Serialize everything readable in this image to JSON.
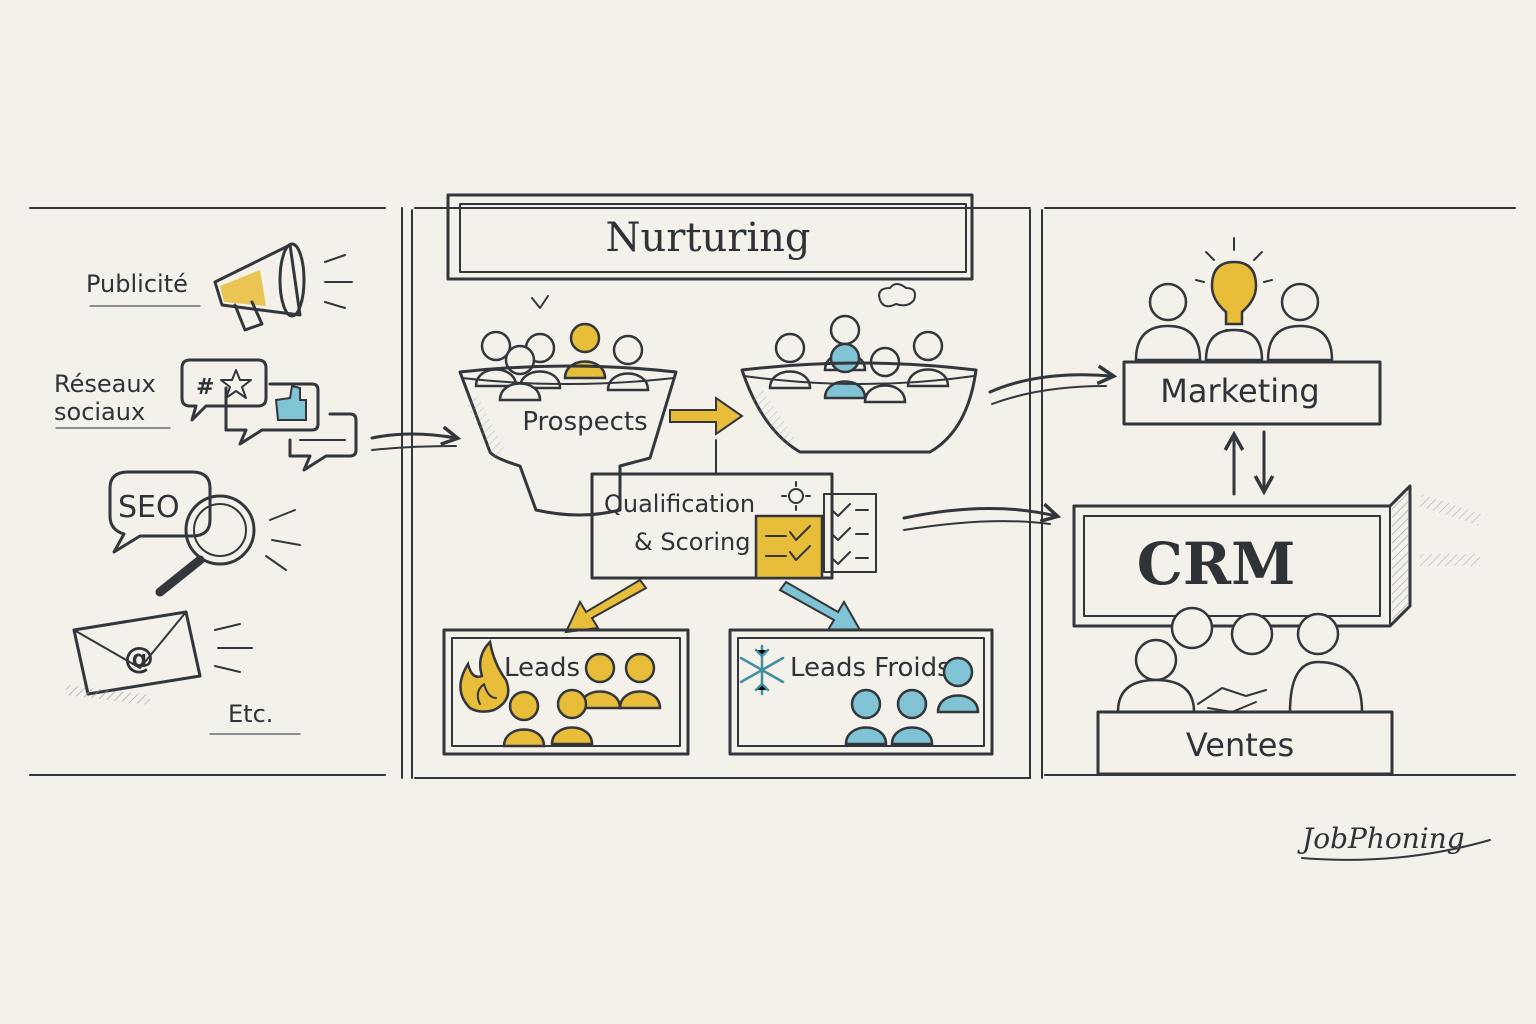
{
  "title": "Nurturing",
  "sources": {
    "ads": "Publicité",
    "social_line1": "Réseaux",
    "social_line2": "sociaux",
    "seo": "SEO",
    "etc": "Etc."
  },
  "funnel": {
    "prospects": "Prospects",
    "qualification_line1": "Qualification",
    "qualification_line2": "& Scoring"
  },
  "leads": {
    "hot": "Leads",
    "cold": "Leads Froids"
  },
  "right": {
    "marketing": "Marketing",
    "crm": "CRM",
    "sales": "Ventes"
  },
  "brand": "JobPhoning",
  "icons": {
    "megaphone": "megaphone-icon",
    "chat": "chat-bubbles-icon",
    "magnifier": "magnifier-icon",
    "email": "email-envelope-icon",
    "flame": "flame-icon",
    "snowflake": "snowflake-icon",
    "bulb": "lightbulb-icon",
    "handshake": "handshake-icon",
    "checklist": "checklist-icon"
  },
  "colors": {
    "ink": "#33363b",
    "paper": "#f3f1ea",
    "yellow": "#e8bd3a",
    "blue": "#7fc3d4"
  }
}
